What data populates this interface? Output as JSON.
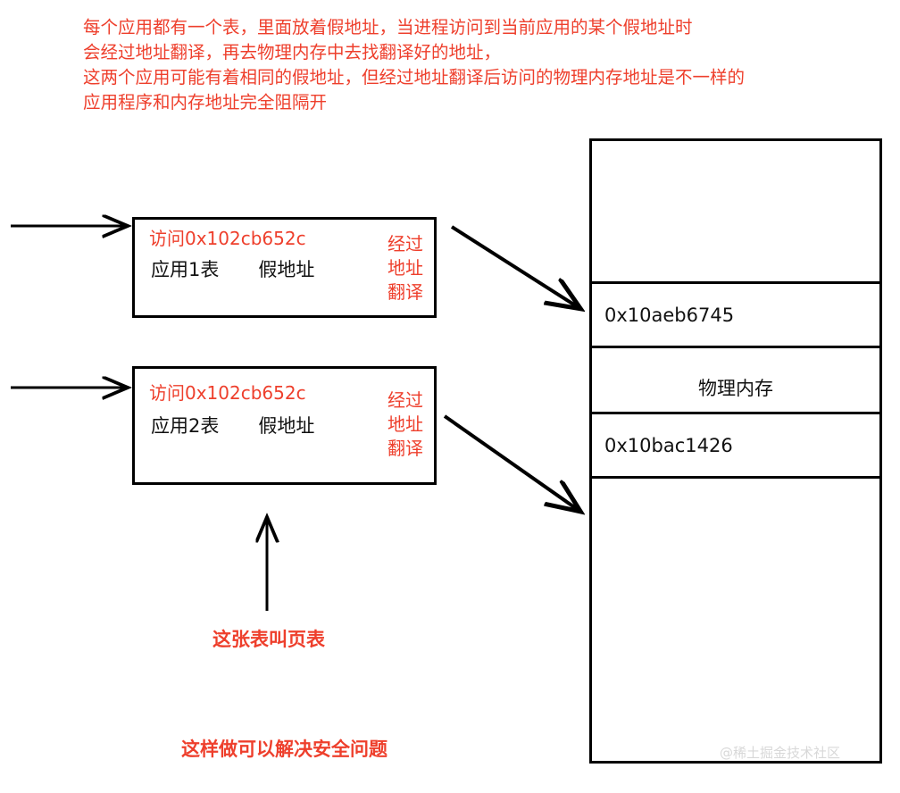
{
  "notes": {
    "lines": [
      "每个应用都有一个表，里面放着假地址，当进程访问到当前应用的某个假地址时",
      "会经过地址翻译，再去物理内存中去找翻译好的地址，",
      "这两个应用可能有着相同的假地址，但经过地址翻译后访问的物理内存地址是不一样的",
      "应用程序和内存地址完全阻隔开"
    ]
  },
  "apps": [
    {
      "access_label": "访问0x102cb652c",
      "table_label": "应用1表",
      "address_label": "假地址",
      "translate_lines": [
        "经过",
        "地址",
        "翻译"
      ]
    },
    {
      "access_label": "访问0x102cb652c",
      "table_label": "应用2表",
      "address_label": "假地址",
      "translate_lines": [
        "经过",
        "地址",
        "翻译"
      ]
    }
  ],
  "memory": {
    "label": "物理内存",
    "cells": [
      {
        "address": ""
      },
      {
        "address": "0x10aeb6745"
      },
      {
        "address": ""
      },
      {
        "address": "0x10bac1426"
      },
      {
        "address": ""
      }
    ]
  },
  "captions": {
    "page_table": "这张表叫页表",
    "security": "这样做可以解决安全问题"
  },
  "watermark": "@稀土掘金技术社区",
  "colors": {
    "annotation_red": "#ee3f2c",
    "stroke_black": "#000000",
    "text_black": "#111111",
    "watermark_gray": "#d8d8d8",
    "background": "#ffffff"
  }
}
